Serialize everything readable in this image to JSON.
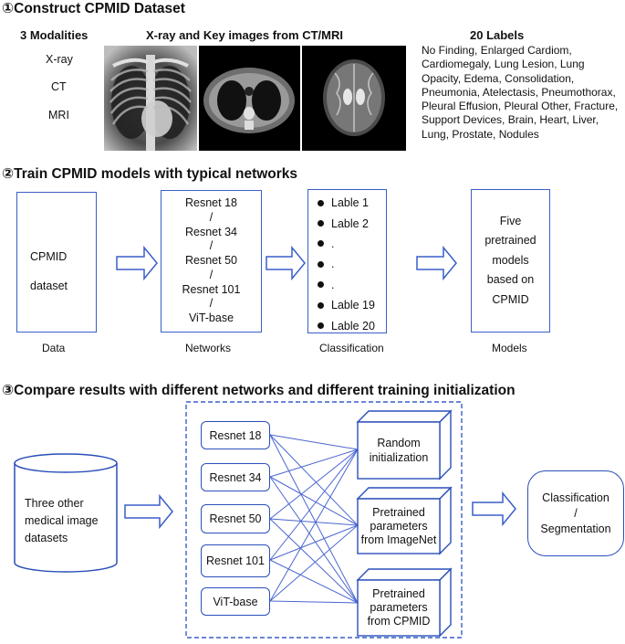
{
  "section1": {
    "title": "①Construct CPMID Dataset",
    "modalities_heading": "3 Modalities",
    "modalities": [
      "X-ray",
      "CT",
      "MRI"
    ],
    "images_heading": "X-ray and Key images from CT/MRI",
    "labels_heading": "20 Labels",
    "labels_text": "No Finding, Enlarged Cardiom, Cardiomegaly, Lung Lesion, Lung Opacity, Edema, Consolidation, Pneumonia, Atelectasis, Pneumothorax, Pleural Effusion, Pleural Other, Fracture, Support Devices, Brain, Heart, Liver, Lung, Prostate, Nodules"
  },
  "section2": {
    "title": "②Train CPMID models with typical networks",
    "data_box": [
      "CPMID",
      "dataset"
    ],
    "networks_box": [
      "Resnet 18",
      "/",
      "Resnet 34",
      "/",
      "Resnet 50",
      "/",
      "Resnet 101",
      "/",
      "ViT-base"
    ],
    "classification_items": [
      "Lable 1",
      "Lable 2",
      ".",
      ".",
      ".",
      "Lable 19",
      "Lable 20"
    ],
    "models_box": [
      "Five",
      "pretrained",
      "models",
      "based on",
      "CPMID"
    ],
    "captions": [
      "Data",
      "Networks",
      "Classification",
      "Models"
    ]
  },
  "section3": {
    "title": "③Compare results with different networks and different training initialization",
    "datasets": "Three other medical image datasets",
    "networks": [
      "Resnet 18",
      "Resnet 34",
      "Resnet 50",
      "Resnet 101",
      "ViT-base"
    ],
    "inits": [
      "Random initialization",
      "Pretrained parameters from ImageNet",
      "Pretrained parameters from CPMID"
    ],
    "output": [
      "Classification",
      "/",
      "Segmentation"
    ]
  },
  "colors": {
    "line": "#3a5fc8",
    "box_border": "#2a4fb8"
  }
}
